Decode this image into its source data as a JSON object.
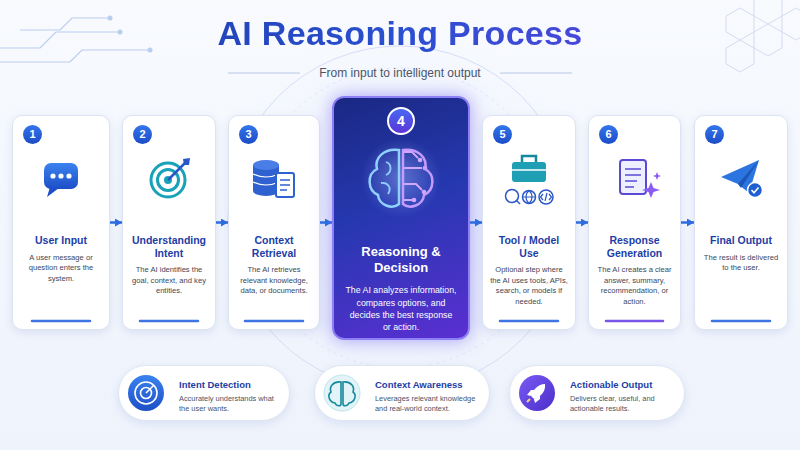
{
  "diagram": {
    "title": "AI Reasoning Process",
    "nodes": [
      {
        "text": [
          "1",
          "User Input",
          "A user message or question enters the system."
        ]
      },
      {
        "text": [
          "2",
          "Understanding Intent",
          "The AI identifies the goal, context, and key entities."
        ]
      },
      {
        "text": [
          "3",
          "Context Retrieval",
          "The AI retrieves relevant knowledge, data, or documents."
        ]
      },
      {
        "text": [
          "4",
          "Reasoning & Decision",
          "The AI analyzes information, compares options, and decides the best response or action."
        ]
      },
      {
        "text": [
          "5",
          "Tool / Model Use",
          "Optional step where the AI uses tools, APIs, search, or models if needed."
        ]
      },
      {
        "text": [
          "6",
          "Response Generation",
          "The AI creates a clear answer, summary, recommendation, or action."
        ]
      },
      {
        "text": [
          "7",
          "Final Output",
          "The result is delivered to the user."
        ]
      },
      {
        "text": [
          "Intent Detection",
          "Accurately understands what the user wants."
        ]
      },
      {
        "text": [
          "Context Awareness",
          "Leverages relevant knowledge and real-world context."
        ]
      },
      {
        "text": [
          "Actionable Output",
          "Delivers clear, useful, and actionable results."
        ]
      }
    ],
    "edges": [
      {
        "from": 0,
        "to": 1,
        "arrow": "to"
      },
      {
        "from": 1,
        "to": 2,
        "arrow": "to"
      },
      {
        "from": 2,
        "to": 3,
        "arrow": "to"
      },
      {
        "from": 3,
        "to": 4,
        "arrow": "to"
      },
      {
        "from": 4,
        "to": 5,
        "arrow": "to"
      },
      {
        "from": 5,
        "to": 6,
        "arrow": "to"
      }
    ],
    "labels": [
      "From input to intelligent output"
    ]
  }
}
